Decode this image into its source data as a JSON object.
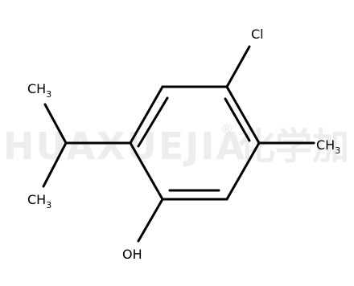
{
  "watermark": {
    "latin": "HUAXUEJIA",
    "registered": "®",
    "chinese": "化学加"
  },
  "molecule": {
    "atoms": {
      "chloro": "Cl",
      "methyl_ring": "CH3",
      "isopropyl_methyl_top": "CH3",
      "isopropyl_methyl_bottom": "CH3",
      "hydroxyl": "OH"
    }
  }
}
